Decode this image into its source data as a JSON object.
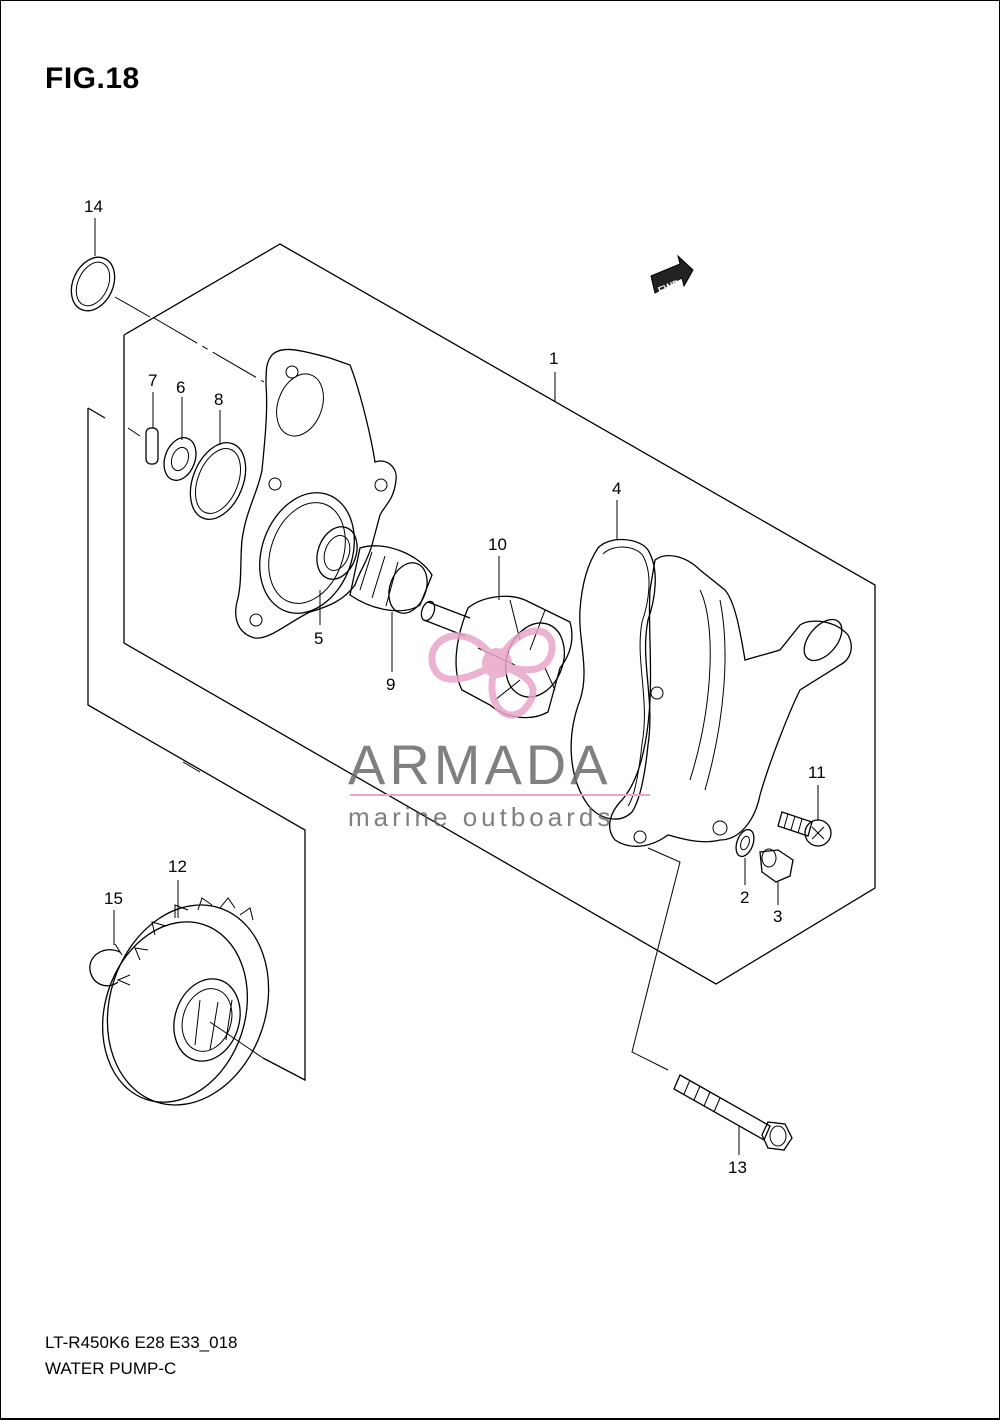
{
  "figure": {
    "title": "FIG.18",
    "model_code": "LT-R450K6 E28 E33_018",
    "name": "WATER PUMP-C"
  },
  "direction_marker": {
    "label": "FWD"
  },
  "watermark": {
    "brand": "ARMADA",
    "tagline": "marine outboards",
    "accent_color": "#e9a6c9",
    "text_color": "#6b6b6b"
  },
  "callouts": [
    {
      "id": "c1",
      "label": "1",
      "part": "water pump assembly"
    },
    {
      "id": "c2",
      "label": "2",
      "part": "washer"
    },
    {
      "id": "c3",
      "label": "3",
      "part": "bolt"
    },
    {
      "id": "c4",
      "label": "4",
      "part": "gasket"
    },
    {
      "id": "c5",
      "label": "5",
      "part": "bearing"
    },
    {
      "id": "c6",
      "label": "6",
      "part": "seal"
    },
    {
      "id": "c7",
      "label": "7",
      "part": "pin"
    },
    {
      "id": "c8",
      "label": "8",
      "part": "o-ring"
    },
    {
      "id": "c9",
      "label": "9",
      "part": "mechanical seal"
    },
    {
      "id": "c10",
      "label": "10",
      "part": "impeller shaft"
    },
    {
      "id": "c11",
      "label": "11",
      "part": "screw"
    },
    {
      "id": "c12",
      "label": "12",
      "part": "gear"
    },
    {
      "id": "c13",
      "label": "13",
      "part": "bolt"
    },
    {
      "id": "c14",
      "label": "14",
      "part": "o-ring"
    },
    {
      "id": "c15",
      "label": "15",
      "part": "circlip"
    }
  ]
}
